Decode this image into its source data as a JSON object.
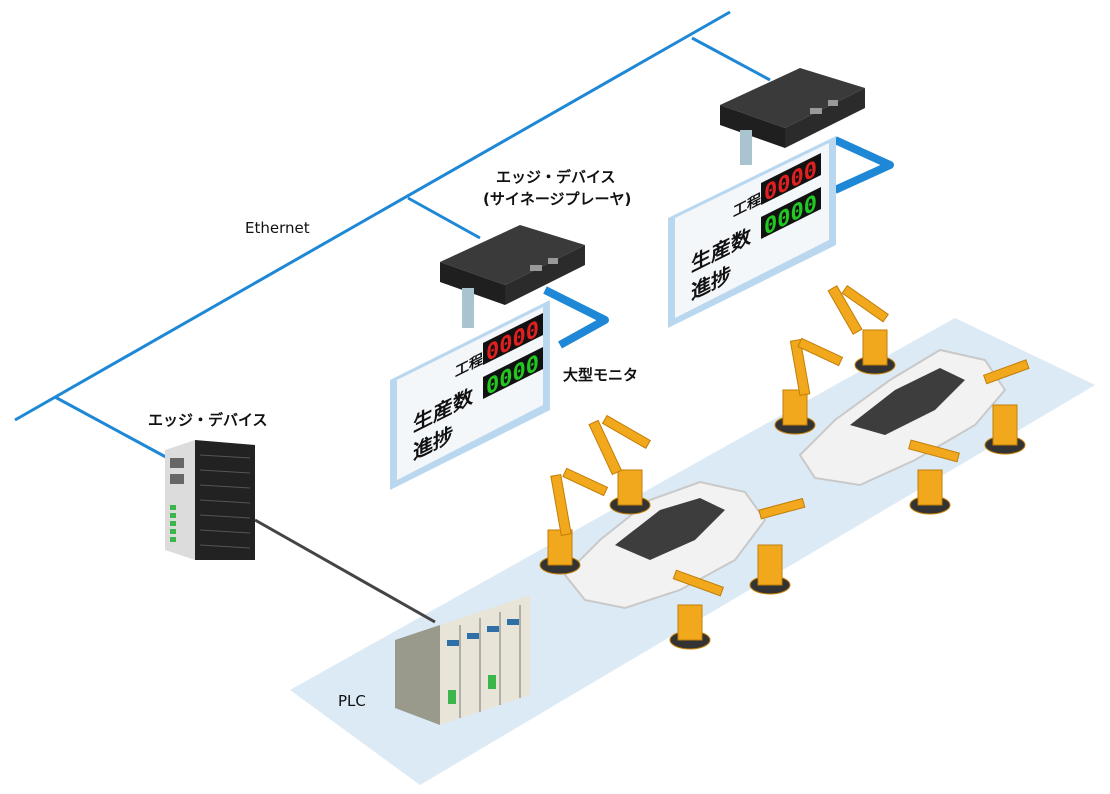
{
  "network_label": "Ethernet",
  "signage_device": {
    "line1": "エッジ・デバイス",
    "line2": "(サイネージプレーヤ)"
  },
  "edge_device_label": "エッジ・デバイス",
  "large_monitor_label": "大型モニタ",
  "plc_label": "PLC",
  "monitors": [
    {
      "title": "工程１",
      "row1_label": "生産数",
      "row1_value": "0000",
      "row1_color": "#e02020",
      "row2_label": "進捗",
      "row2_value": "0000",
      "row2_color": "#22c722"
    },
    {
      "title": "工程１",
      "row1_label": "生産数",
      "row1_value": "0000",
      "row1_color": "#e02020",
      "row2_label": "進捗",
      "row2_value": "0000",
      "row2_color": "#22c722"
    }
  ],
  "colors": {
    "network_line": "#1e88d6",
    "floor": "#dbeaf5",
    "robot": "#f2a81d",
    "device_dark": "#2a2a2a"
  }
}
